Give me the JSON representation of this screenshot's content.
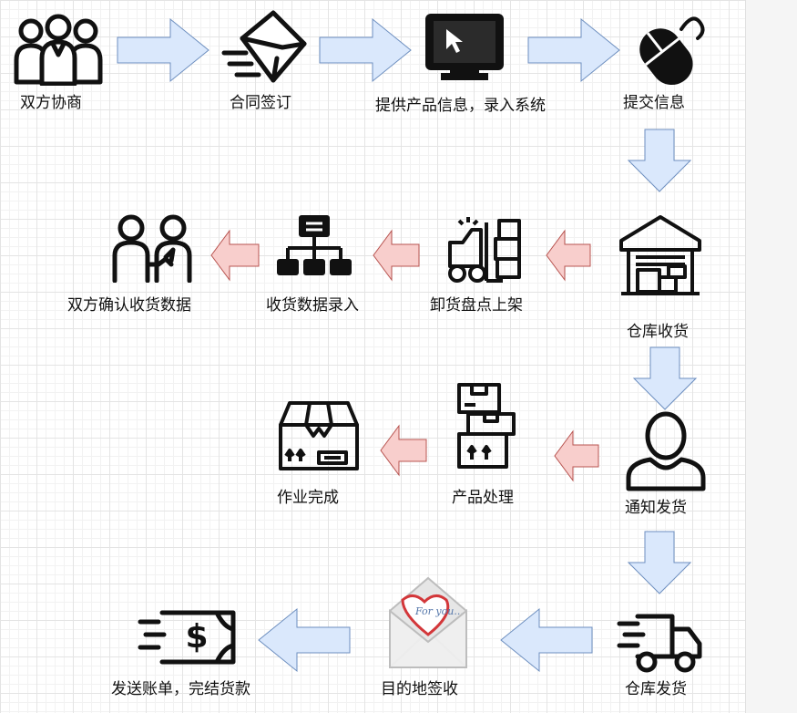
{
  "steps": {
    "s1": "双方协商",
    "s2": "合同签订",
    "s3": "提供产品信息，录入系统",
    "s4": "提交信息",
    "s5": "仓库收货",
    "s6": "卸货盘点上架",
    "s7": "收货数据录入",
    "s8": "双方确认收货数据",
    "s9": "通知发货",
    "s10": "产品处理",
    "s11": "作业完成",
    "s12": "仓库发货",
    "s13": "目的地签收",
    "s14": "发送账单，完结货款"
  },
  "icons": {
    "s1": "people-group-icon",
    "s2": "envelope-icon",
    "s3": "monitor-cursor-icon",
    "s4": "mouse-icon",
    "s5": "warehouse-icon",
    "s6": "forklift-icon",
    "s7": "hierarchy-icon",
    "s8": "handshake-people-icon",
    "s9": "person-icon",
    "s10": "stacked-boxes-icon",
    "s11": "open-box-icon",
    "s12": "delivery-truck-icon",
    "s13": "love-letter-icon",
    "s14": "money-bill-icon"
  },
  "envelope_card_text": "For you...",
  "bill_symbol": "$",
  "colors": {
    "blue_arrow_fill": "#dae8fc",
    "blue_arrow_stroke": "#6c8ebf",
    "red_arrow_fill": "#f8cecc",
    "red_arrow_stroke": "#b85450",
    "icon": "#111111"
  }
}
